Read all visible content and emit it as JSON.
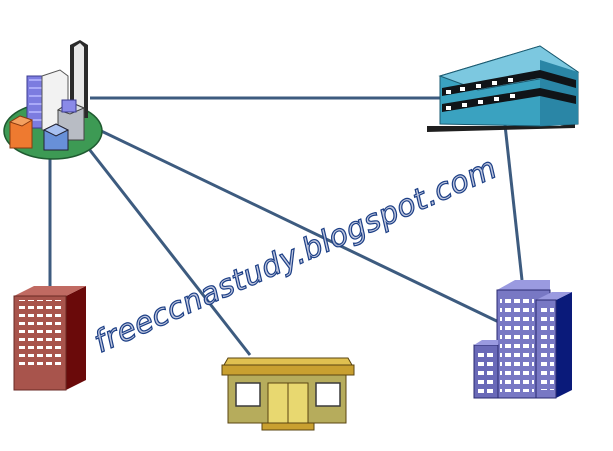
{
  "watermark": {
    "text": "freeccnastudy.blogspot.com"
  },
  "colors": {
    "link": "#3d5b7f",
    "campus_ground": "#3d9a54",
    "hq_building": "#3aa2c0",
    "red_building": "#a8544c",
    "shop_building": "#b6ac5c",
    "blue_building": "#7878c4"
  },
  "nodes": [
    {
      "id": "city-campus",
      "icon": "city-skyline-icon"
    },
    {
      "id": "hq-office",
      "icon": "office-building-icon"
    },
    {
      "id": "red-tower",
      "icon": "apartment-block-icon"
    },
    {
      "id": "branch-store",
      "icon": "storefront-icon"
    },
    {
      "id": "blue-tower",
      "icon": "tower-building-icon"
    }
  ],
  "links": [
    {
      "from": "city-campus",
      "to": "hq-office"
    },
    {
      "from": "city-campus",
      "to": "red-tower"
    },
    {
      "from": "city-campus",
      "to": "branch-store"
    },
    {
      "from": "city-campus",
      "to": "blue-tower"
    },
    {
      "from": "hq-office",
      "to": "blue-tower"
    }
  ]
}
